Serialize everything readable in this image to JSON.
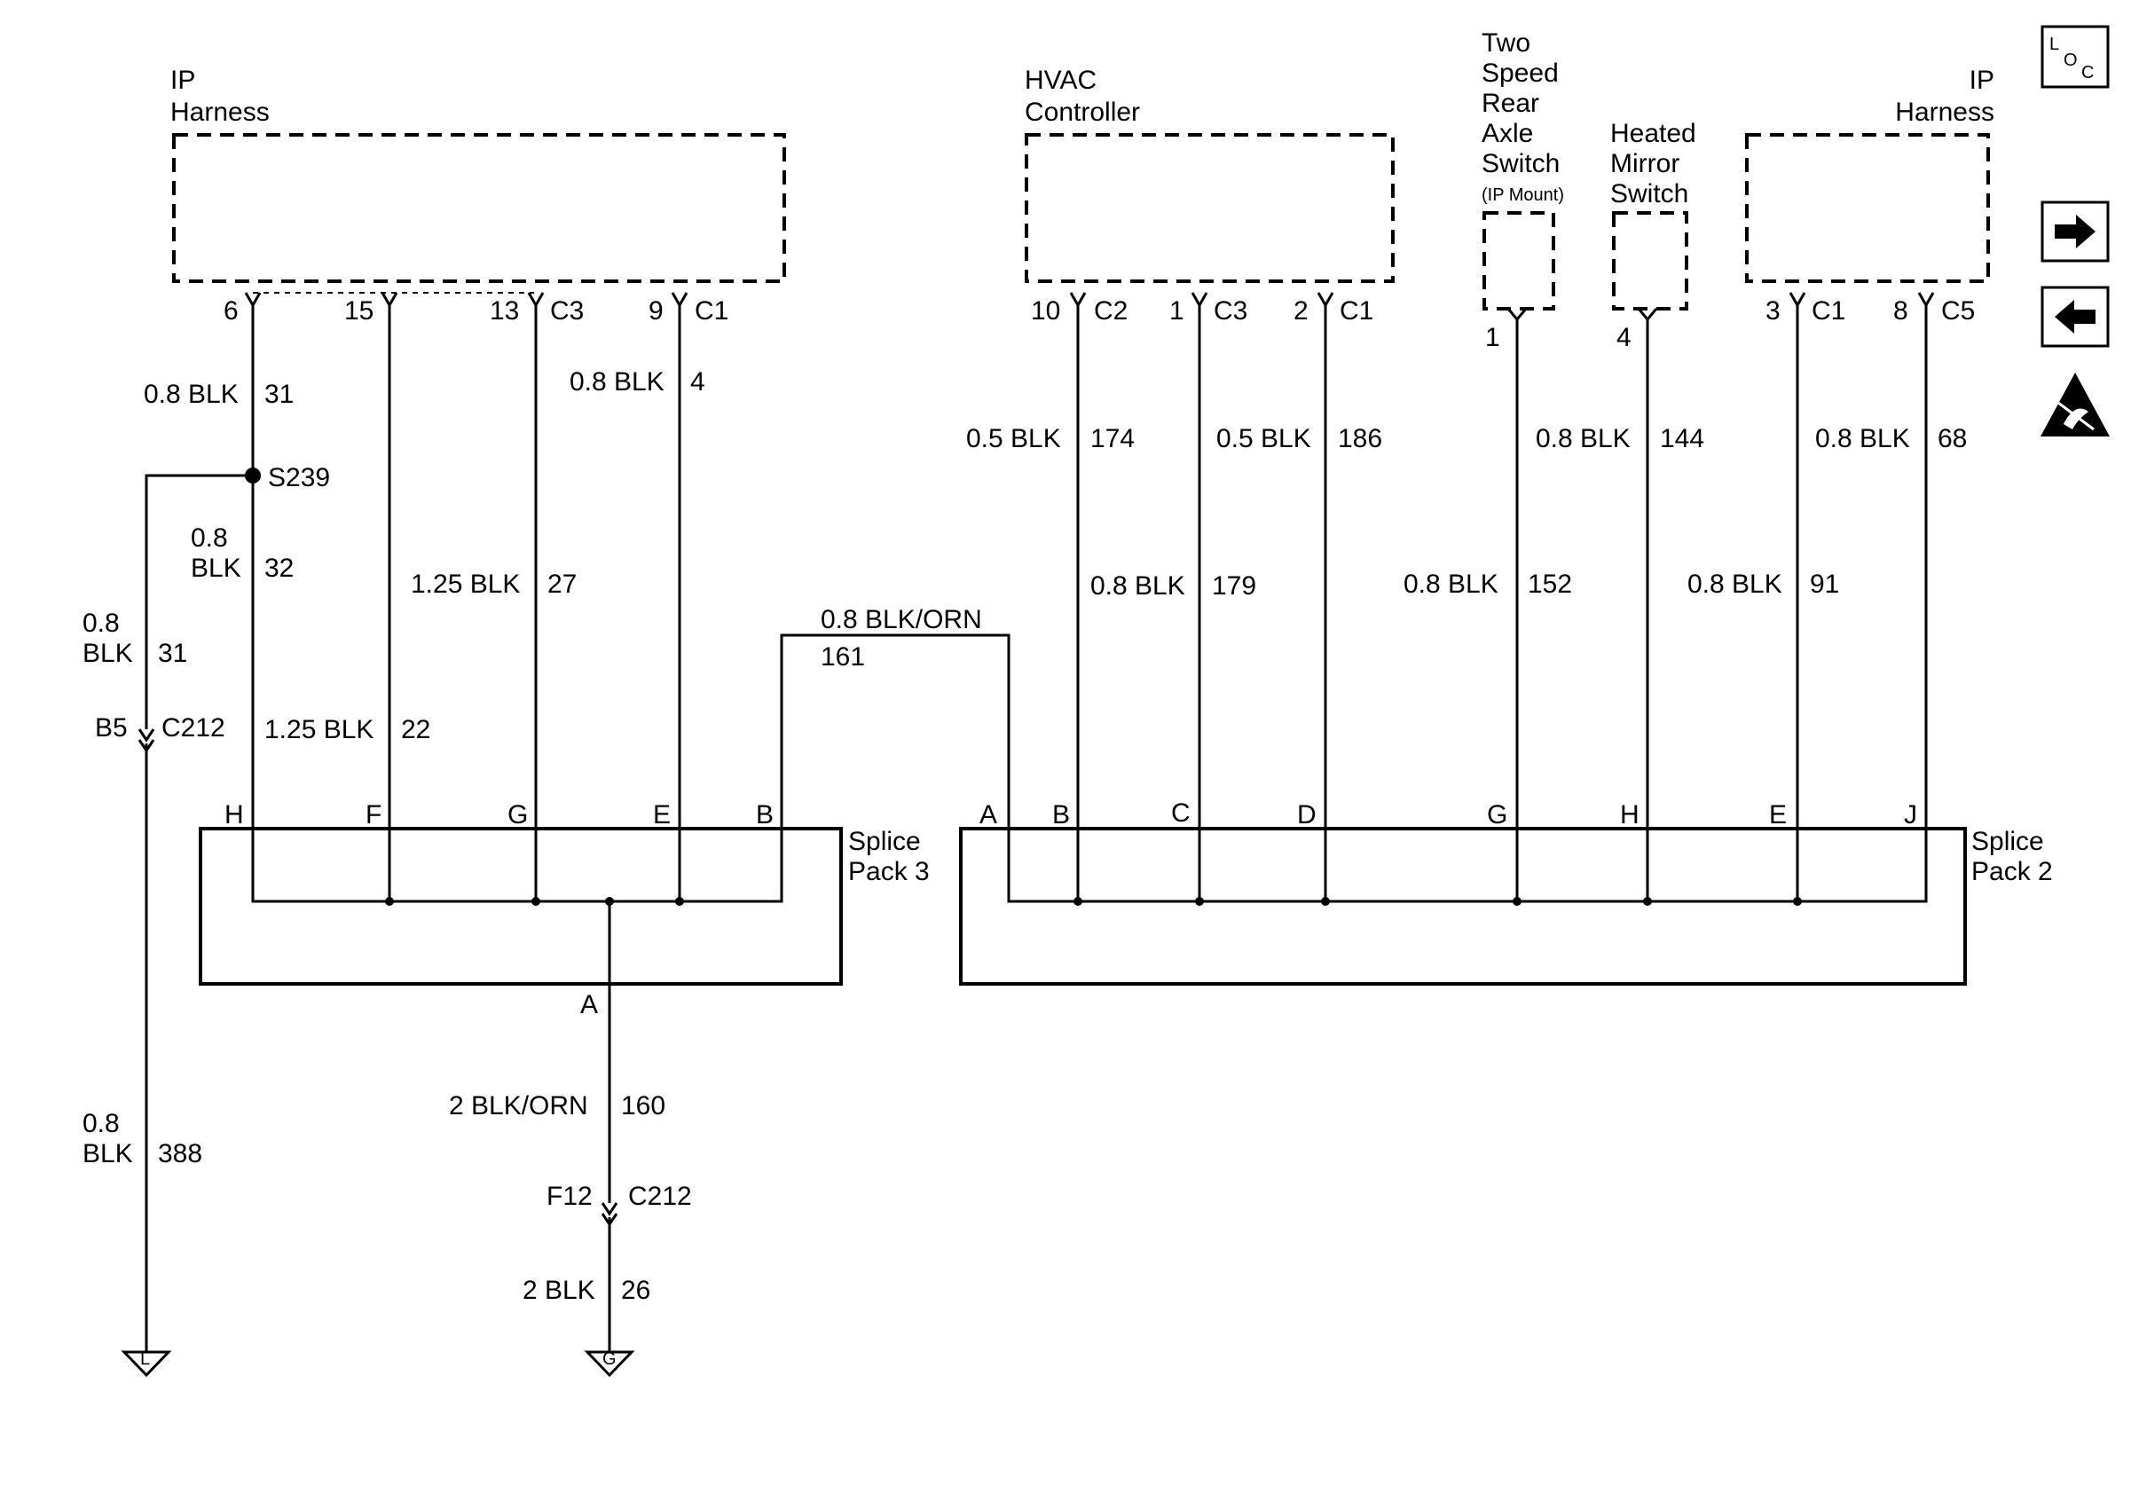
{
  "components": {
    "ip_harness_left": {
      "line1": "IP",
      "line2": "Harness"
    },
    "hvac_controller": {
      "line1": "HVAC",
      "line2": "Controller"
    },
    "two_speed_switch": {
      "line1": "Two",
      "line2": "Speed",
      "line3": "Rear",
      "line4": "Axle",
      "line5": "Switch",
      "line6": "(IP Mount)"
    },
    "heated_mirror_switch": {
      "line1": "Heated",
      "line2": "Mirror",
      "line3": "Switch"
    },
    "ip_harness_right": {
      "line1": "IP",
      "line2": "Harness"
    }
  },
  "pins": {
    "p6": "6",
    "p15": "15",
    "p13": "13",
    "c3a": "C3",
    "p9": "9",
    "c1a": "C1",
    "p10": "10",
    "c2b": "C2",
    "p1": "1",
    "c3b": "C3",
    "p2": "2",
    "c1b": "C1",
    "p1s": "1",
    "p4s": "4",
    "p3": "3",
    "c1c": "C1",
    "p8": "8",
    "c5": "C5"
  },
  "wires": {
    "w31": {
      "gauge": "0.8 BLK",
      "circuit": "31"
    },
    "w4": {
      "gauge": "0.8 BLK",
      "circuit": "4"
    },
    "w32": {
      "gauge_line1": "0.8",
      "gauge_line2": "BLK",
      "circuit": "32"
    },
    "w27": {
      "gauge": "1.25 BLK",
      "circuit": "27"
    },
    "w31b": {
      "gauge_line1": "0.8",
      "gauge_line2": "BLK",
      "circuit": "31"
    },
    "w22": {
      "gauge": "1.25 BLK",
      "circuit": "22"
    },
    "w161": {
      "gauge": "0.8 BLK/ORN",
      "circuit": "161"
    },
    "w174": {
      "gauge": "0.5 BLK",
      "circuit": "174"
    },
    "w186": {
      "gauge": "0.5 BLK",
      "circuit": "186"
    },
    "w144": {
      "gauge": "0.8 BLK",
      "circuit": "144"
    },
    "w68": {
      "gauge": "0.8 BLK",
      "circuit": "68"
    },
    "w179": {
      "gauge": "0.8 BLK",
      "circuit": "179"
    },
    "w152": {
      "gauge": "0.8 BLK",
      "circuit": "152"
    },
    "w91": {
      "gauge": "0.8 BLK",
      "circuit": "91"
    },
    "w160": {
      "gauge": "2 BLK/ORN",
      "circuit": "160"
    },
    "w26": {
      "gauge": "2 BLK",
      "circuit": "26"
    },
    "w388": {
      "gauge_line1": "0.8",
      "gauge_line2": "BLK",
      "circuit": "388"
    }
  },
  "splice": {
    "id": "S239"
  },
  "connectors": {
    "b5": "B5",
    "c212a": "C212",
    "f12": "F12",
    "c212b": "C212"
  },
  "splice_pack_3": {
    "line1": "Splice",
    "line2": "Pack 3",
    "terminals": [
      "H",
      "F",
      "G",
      "E",
      "B"
    ],
    "out": "A"
  },
  "splice_pack_2": {
    "line1": "Splice",
    "line2": "Pack 2",
    "terminals": [
      "A",
      "B",
      "C",
      "D",
      "G",
      "H",
      "E",
      "J"
    ]
  },
  "grounds": {
    "left": "L",
    "center": "G"
  },
  "icons": {
    "loc": {
      "l": "L",
      "o": "O",
      "c": "C"
    },
    "next": "right-arrow-icon",
    "prev": "left-arrow-icon",
    "esd": "esd-warning-icon"
  }
}
